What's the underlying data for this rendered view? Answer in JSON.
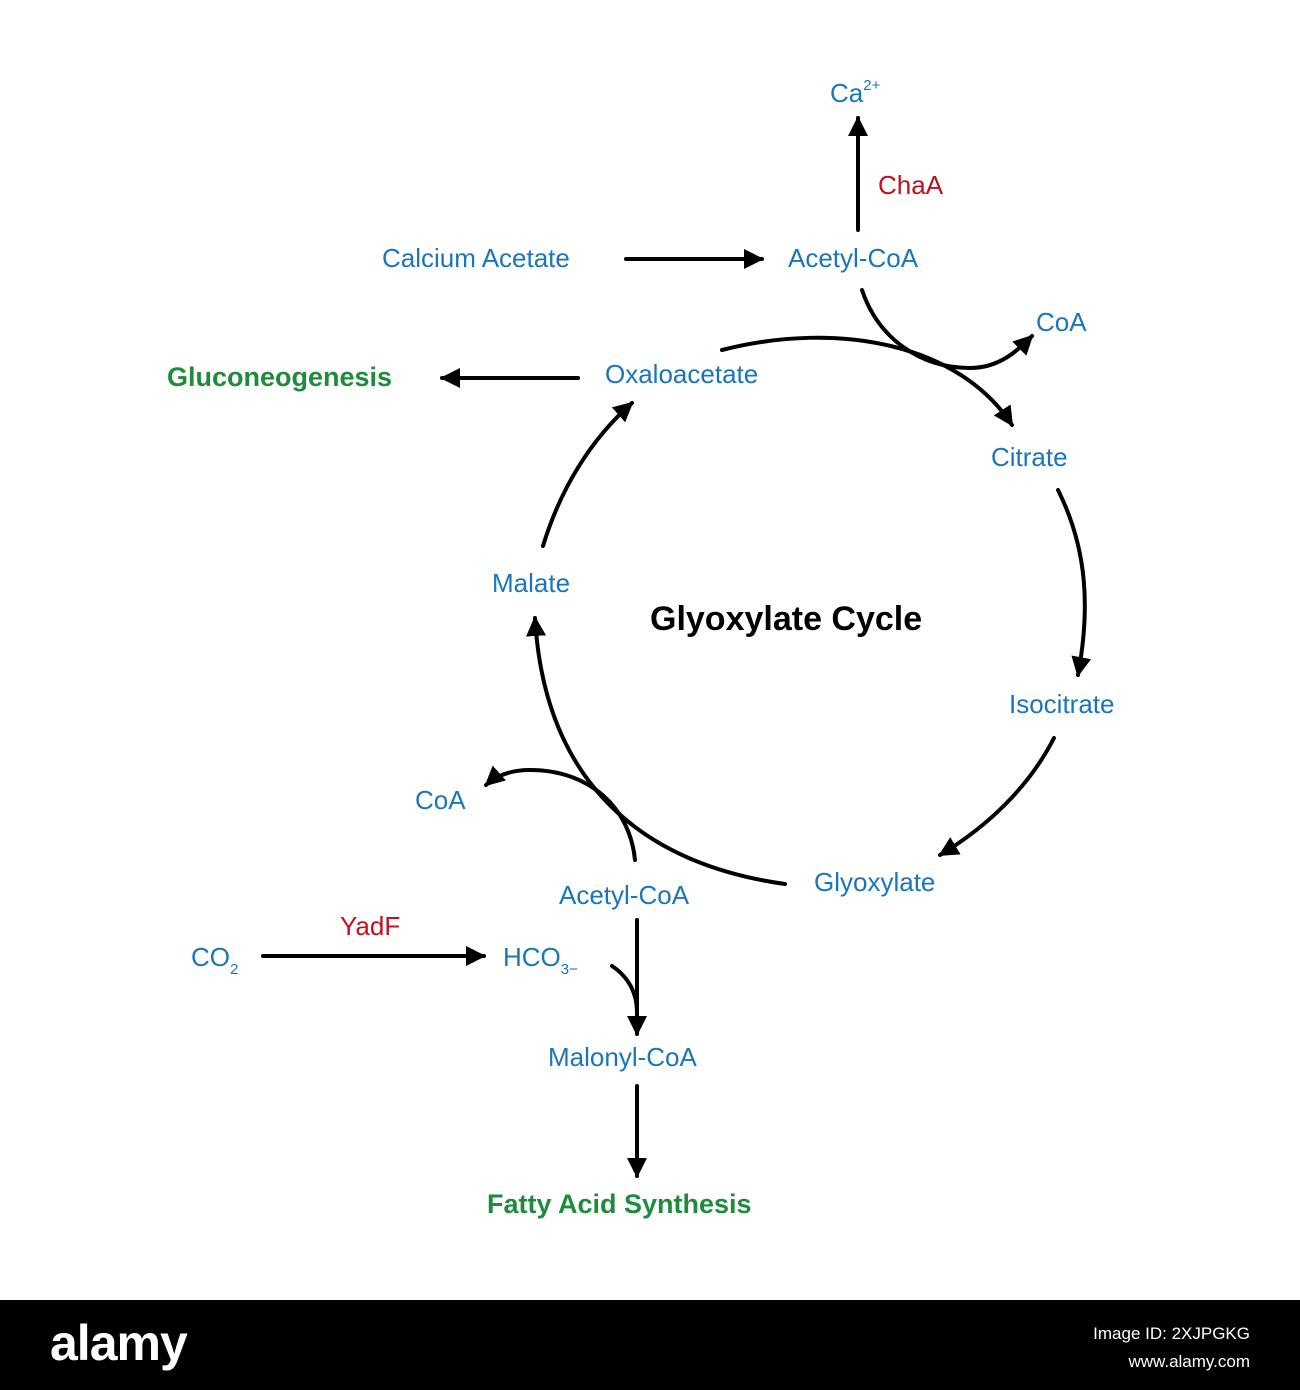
{
  "diagram": {
    "title": "Glyoxylate Cycle",
    "ca_ion": {
      "base": "Ca",
      "sup": "2+"
    },
    "enzyme_chaa": "ChaA",
    "calcium_acetate": "Calcium Acetate",
    "acetyl_coa_top": "Acetyl-CoA",
    "coa_top": "CoA",
    "gluconeogenesis": "Gluconeogenesis",
    "oxaloacetate": "Oxaloacetate",
    "citrate": "Citrate",
    "malate": "Malate",
    "isocitrate": "Isocitrate",
    "coa_bottom": "CoA",
    "glyoxylate": "Glyoxylate",
    "acetyl_coa_bottom": "Acetyl-CoA",
    "enzyme_yadf": "YadF",
    "co2": {
      "base": "CO",
      "sub": "2"
    },
    "hco3": {
      "base": "HCO",
      "sub": "3",
      "sup": "−"
    },
    "malonyl_coa": "Malonyl-CoA",
    "fatty_acid_synthesis": "Fatty Acid Synthesis"
  },
  "footer": {
    "brand": "alamy",
    "image_id": "Image ID: 2XJPGKG",
    "website": "www.alamy.com"
  },
  "colors": {
    "metabolite": "#1b75bb",
    "enzyme": "#c0111f",
    "outcome": "#1e8c3c",
    "arrow": "#000000"
  }
}
